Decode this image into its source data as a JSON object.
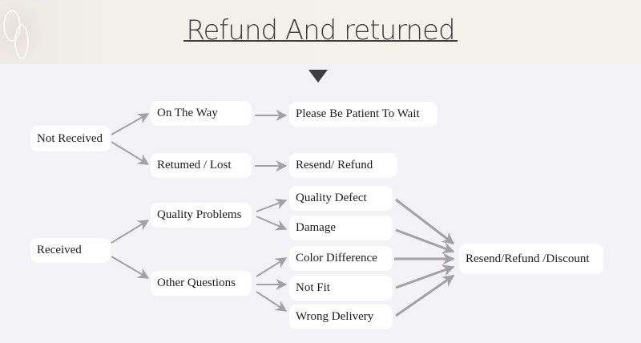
{
  "header": {
    "title": "Refund And returned"
  },
  "diagram": {
    "nodes": {
      "not_received": "Not Received",
      "on_the_way": "On The Way",
      "returned_lost": "Retumed / Lost",
      "please_wait": "Please Be Patient To Wait",
      "resend_refund": "Resend/ Refund",
      "received": "Received",
      "quality_problems": "Quality Problems",
      "other_questions": "Other Questions",
      "quality_defect": "Quality Defect",
      "damage": "Damage",
      "color_difference": "Color Difference",
      "not_fit": "Not Fit",
      "wrong_delivery": "Wrong Delivery",
      "resend_refund_discount": "Resend/Refund /Discount"
    },
    "edges": [
      [
        "not_received",
        "on_the_way"
      ],
      [
        "not_received",
        "returned_lost"
      ],
      [
        "on_the_way",
        "please_wait"
      ],
      [
        "returned_lost",
        "resend_refund"
      ],
      [
        "received",
        "quality_problems"
      ],
      [
        "received",
        "other_questions"
      ],
      [
        "quality_problems",
        "quality_defect"
      ],
      [
        "quality_problems",
        "damage"
      ],
      [
        "other_questions",
        "color_difference"
      ],
      [
        "other_questions",
        "not_fit"
      ],
      [
        "other_questions",
        "wrong_delivery"
      ],
      [
        "quality_defect",
        "resend_refund_discount"
      ],
      [
        "damage",
        "resend_refund_discount"
      ],
      [
        "color_difference",
        "resend_refund_discount"
      ],
      [
        "not_fit",
        "resend_refund_discount"
      ],
      [
        "wrong_delivery",
        "resend_refund_discount"
      ]
    ],
    "arrow_color": "#a3a1a6"
  }
}
